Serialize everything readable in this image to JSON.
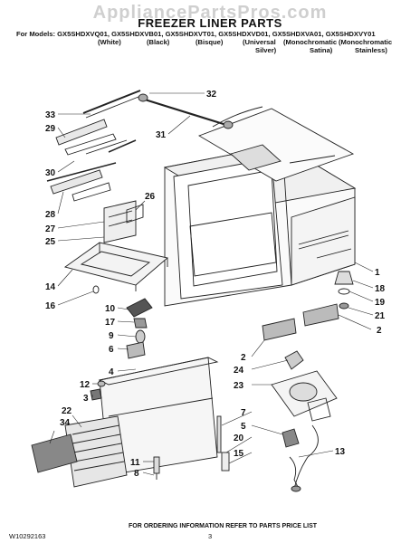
{
  "header": {
    "watermark": "AppliancePartsPros.com",
    "title": "FREEZER LINER PARTS",
    "models_line": "For Models: GX5SHDXVQ01, GX5SHDXVB01, GX5SHDXVT01, GX5SHDXVD01, GX5SHDXVA01, GX5SHDXVY01",
    "colors": [
      "(White)",
      "(Black)",
      "(Bisque)",
      "(Universal",
      "(Monochromatic",
      "(Monochromatic"
    ],
    "colors_line2": [
      "Silver)",
      "Satina)",
      "Stainless)"
    ]
  },
  "callouts": {
    "c33": "33",
    "c29": "29",
    "c30": "30",
    "c28": "28",
    "c27": "27",
    "c25": "25",
    "c26": "26",
    "c32": "32",
    "c31": "31",
    "c14": "14",
    "c16": "16",
    "c10": "10",
    "c17": "17",
    "c9": "9",
    "c6": "6",
    "c4": "4",
    "c12": "12",
    "c3": "3",
    "c22": "22",
    "c34": "34",
    "c11": "11",
    "c8": "8",
    "c1": "1",
    "c18": "18",
    "c19": "19",
    "c21": "21",
    "c2a": "2",
    "c2b": "2",
    "c24": "24",
    "c23": "23",
    "c7": "7",
    "c5": "5",
    "c20": "20",
    "c15": "15",
    "c13": "13"
  },
  "footer": {
    "ordering_note": "FOR ORDERING INFORMATION REFER TO PARTS PRICE LIST",
    "doc_number": "W10292163",
    "page_number": "3"
  }
}
